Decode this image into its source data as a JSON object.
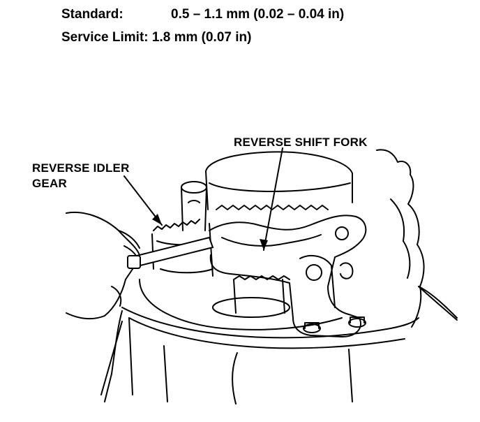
{
  "specs": {
    "standard": {
      "label": "Standard:",
      "value": "0.5 – 1.1 mm (0.02 – 0.04 in)"
    },
    "service_limit": {
      "label": "Service Limit:",
      "value": "1.8 mm (0.07 in)"
    }
  },
  "callouts": {
    "reverse_shift_fork": "REVERSE SHIFT FORK",
    "reverse_idler_gear_line1": "REVERSE IDLER",
    "reverse_idler_gear_line2": "GEAR"
  }
}
